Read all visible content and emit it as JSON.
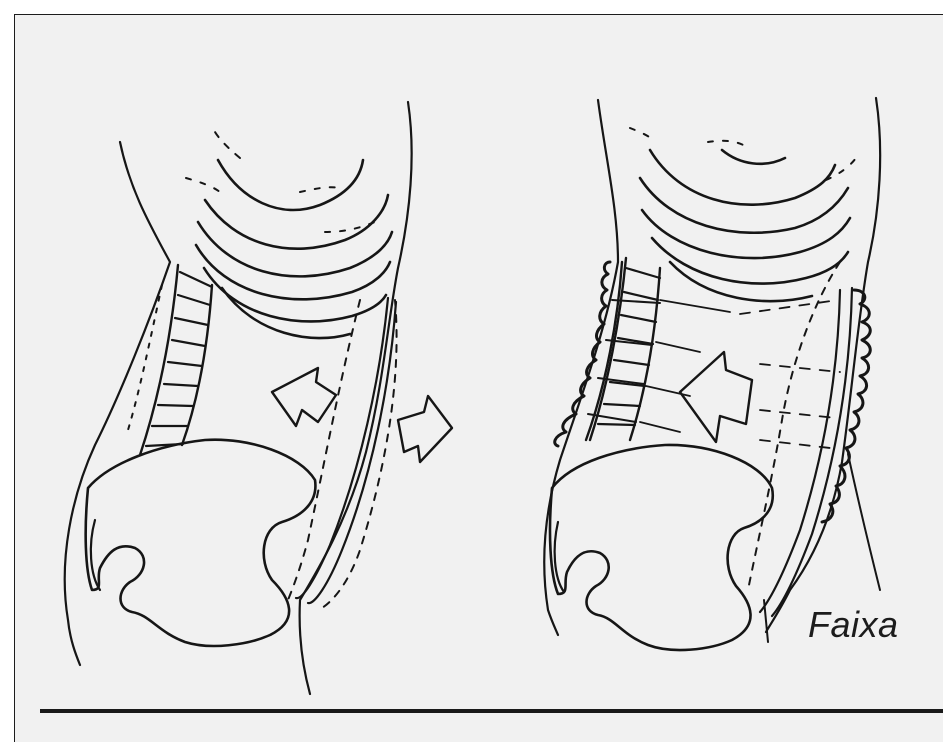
{
  "figure": {
    "left_panel": {
      "name": "abdomen-without-belt"
    },
    "right_panel": {
      "name": "abdomen-with-belt"
    },
    "belt_label": "Faixa"
  },
  "colors": {
    "ink": "#161616",
    "paper": "#f1f1f1"
  }
}
